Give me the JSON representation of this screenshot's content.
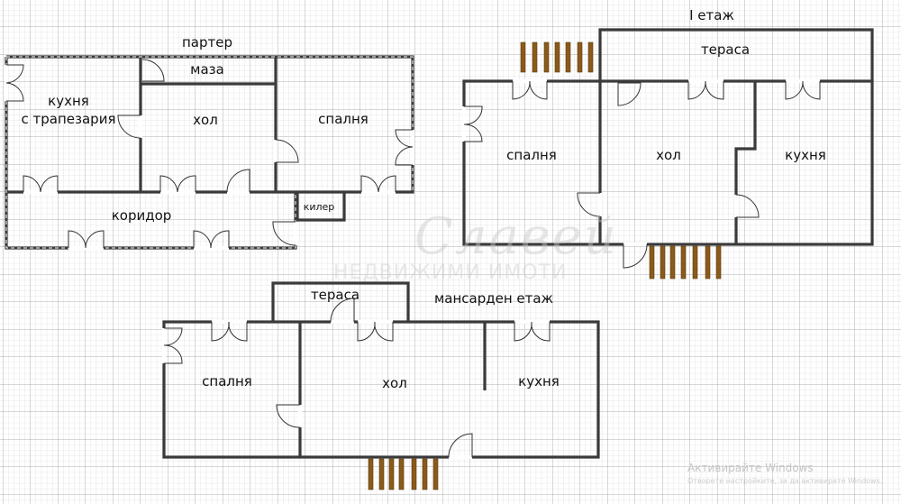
{
  "floors": {
    "ground": {
      "title": "партер",
      "rooms": {
        "kitchen_line1": "кухня",
        "kitchen_line2": "с трапезария",
        "table": "маза",
        "hall": "хол",
        "bedroom": "спалня",
        "corridor": "коридор",
        "pantry": "килер"
      }
    },
    "first": {
      "title": "I етаж",
      "rooms": {
        "terrace": "тераса",
        "bedroom": "спалня",
        "hall": "хол",
        "kitchen": "кухня"
      }
    },
    "attic": {
      "title": "мансарден етаж",
      "rooms": {
        "terrace": "тераса",
        "bedroom": "спалня",
        "hall": "хол",
        "kitchen": "кухня"
      }
    }
  },
  "watermark": {
    "logo_script": "Славей",
    "logo_tagline": "НЕДВИЖИМИ ИМОТИ"
  },
  "os_overlay": {
    "activate_title": "Активирайте Windows",
    "activate_subtitle": "Отворете настройките, за да активирате Windows."
  },
  "colors": {
    "grid_major": "#b4b4b4",
    "grid_minor": "#dddddd",
    "wall": "#3a3a3a",
    "stairs": "#8a5a1a"
  }
}
